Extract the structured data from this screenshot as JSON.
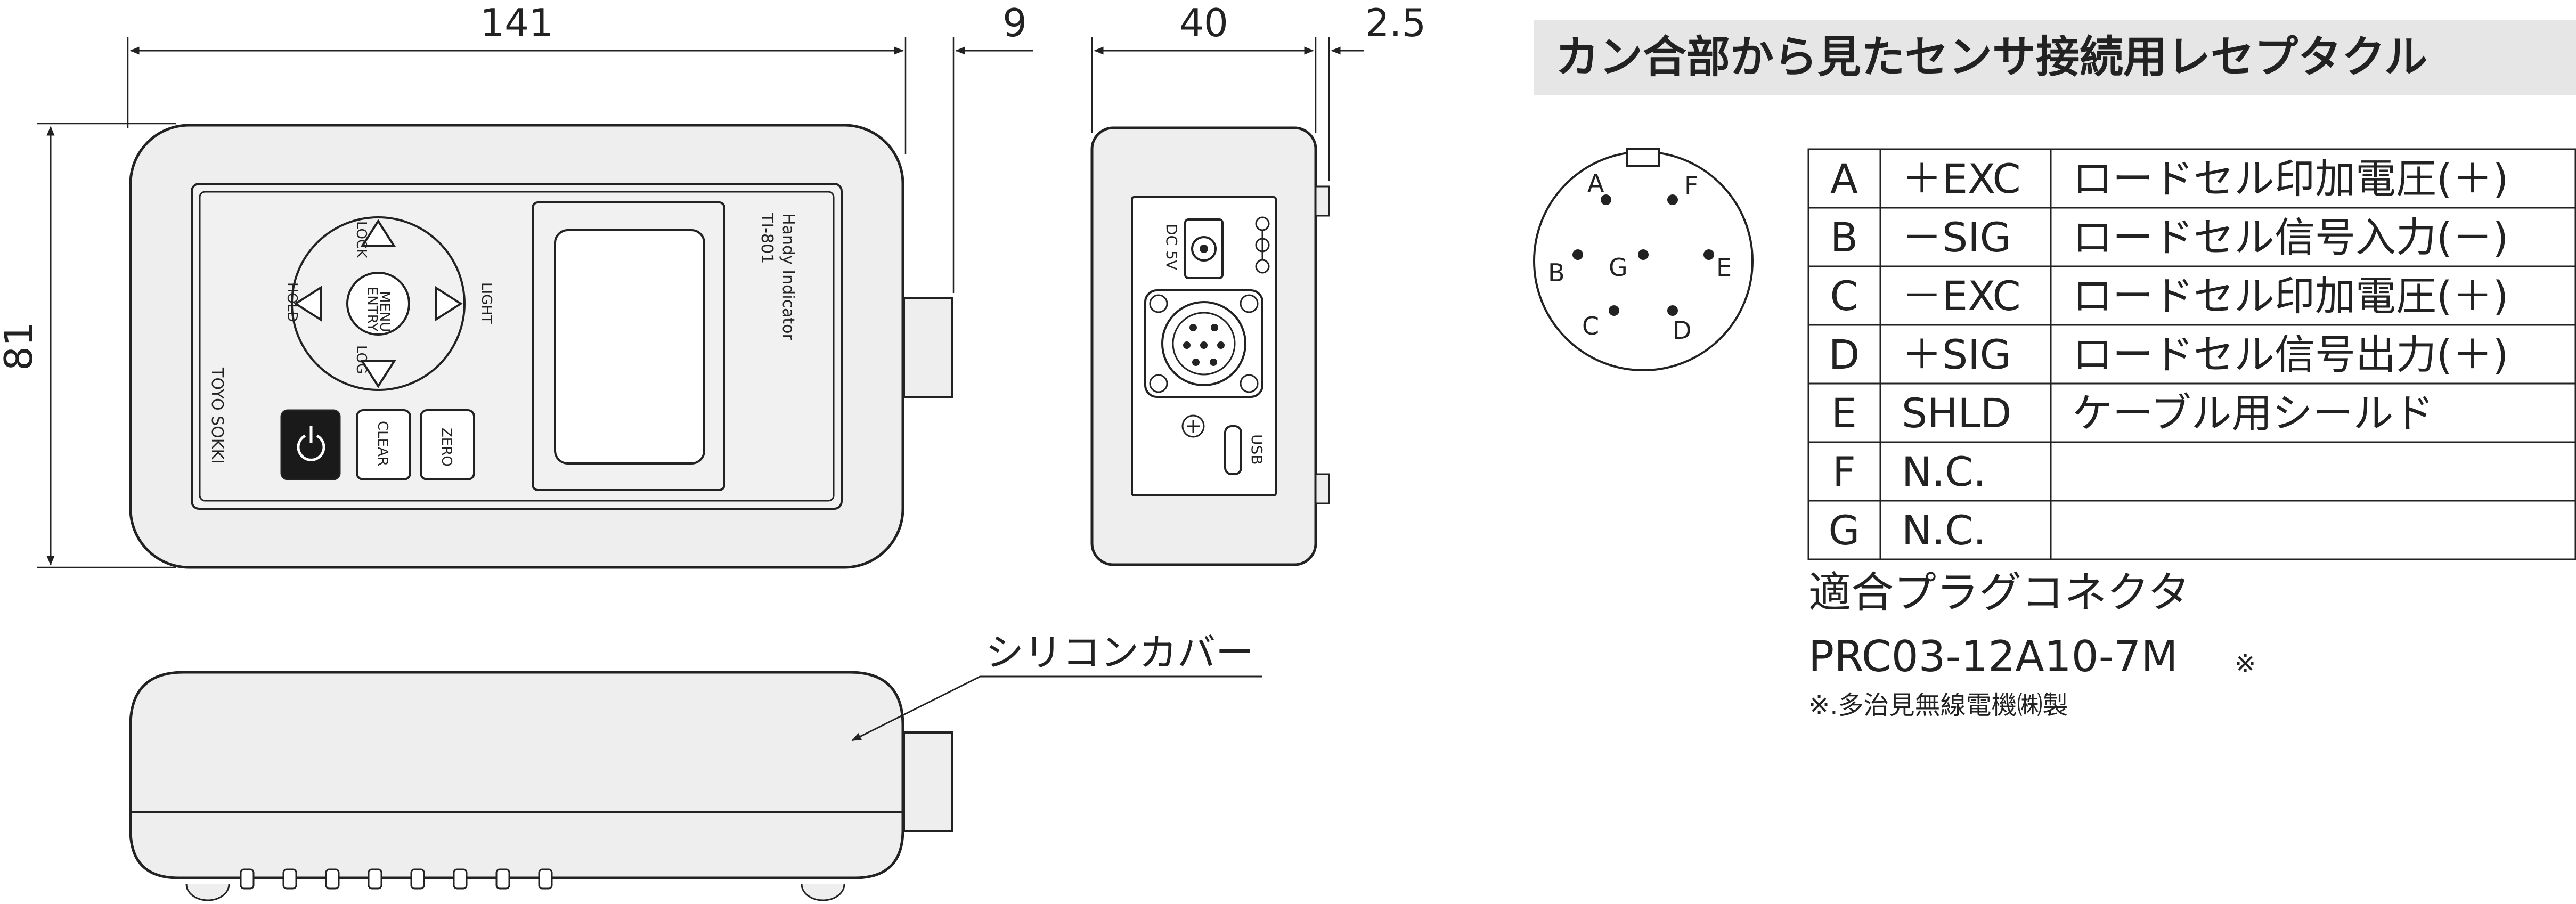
{
  "dimensions": {
    "width": "141",
    "protrusion": "9",
    "height": "81",
    "side_depth": "40",
    "side_protrusion": "2.5"
  },
  "front": {
    "label_handy": "Handy Indicator",
    "label_model": "TI-801",
    "brand": "TOYO SOKKI",
    "label_lock": "LOCK",
    "label_hold": "HOLD",
    "label_light": "LIGHT",
    "label_log": "LOG",
    "label_menu": "MENU",
    "label_entry": "ENTRY",
    "btn_clear": "CLEAR",
    "btn_zero": "ZERO"
  },
  "side": {
    "label_dc": "DC 5V",
    "label_usb": "USB"
  },
  "bottom": {
    "callout": "シリコンカバー"
  },
  "connector": {
    "title": "カン合部から見たセンサ接続用レセプタクル",
    "pins": [
      "A",
      "B",
      "C",
      "D",
      "E",
      "F",
      "G"
    ],
    "rows": [
      {
        "pin": "A",
        "signal": "＋EXC",
        "desc": "ロードセル印加電圧(＋)"
      },
      {
        "pin": "B",
        "signal": "－SIG",
        "desc": "ロードセル信号入力(－)"
      },
      {
        "pin": "C",
        "signal": "－EXC",
        "desc": "ロードセル印加電圧(＋)"
      },
      {
        "pin": "D",
        "signal": "＋SIG",
        "desc": "ロードセル信号出力(＋)"
      },
      {
        "pin": "E",
        "signal": "SHLD",
        "desc": "ケーブル用シールド"
      },
      {
        "pin": "F",
        "signal": "N.C.",
        "desc": ""
      },
      {
        "pin": "G",
        "signal": "N.C.",
        "desc": ""
      }
    ],
    "plug_label": "適合プラグコネクタ",
    "plug_part": "PRC03-12A10-7M",
    "plug_mark": "※",
    "maker_note": "※.多治見無線電機㈱製"
  },
  "colors": {
    "outline": "#222222",
    "body_fill": "#eeeeee",
    "title_band": "#e6e6e6",
    "power_button": "#1a1a1a"
  }
}
